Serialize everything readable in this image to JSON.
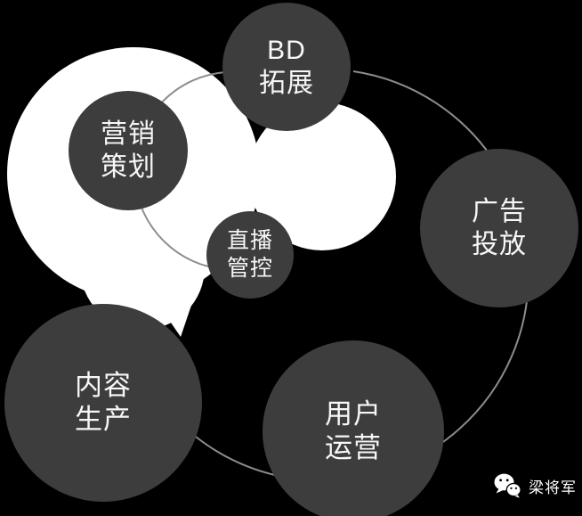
{
  "colors": {
    "bg": "#000000",
    "node": "#3d3d3d",
    "node_text": "#f7f7f7",
    "blob": "#ffffff",
    "orbit": "#8d8d8d"
  },
  "nodes": [
    {
      "id": "bd-expansion",
      "line1": "BD",
      "line2": "拓展"
    },
    {
      "id": "marketing-planning",
      "line1": "营销",
      "line2": "策划"
    },
    {
      "id": "livestream-control",
      "line1": "直播",
      "line2": "管控"
    },
    {
      "id": "ad-placement",
      "line1": "广告",
      "line2": "投放"
    },
    {
      "id": "content-production",
      "line1": "内容",
      "line2": "生产"
    },
    {
      "id": "user-operations",
      "line1": "用户",
      "line2": "运营"
    }
  ],
  "watermark": {
    "name": "梁将军",
    "icon": "wechat-icon"
  }
}
